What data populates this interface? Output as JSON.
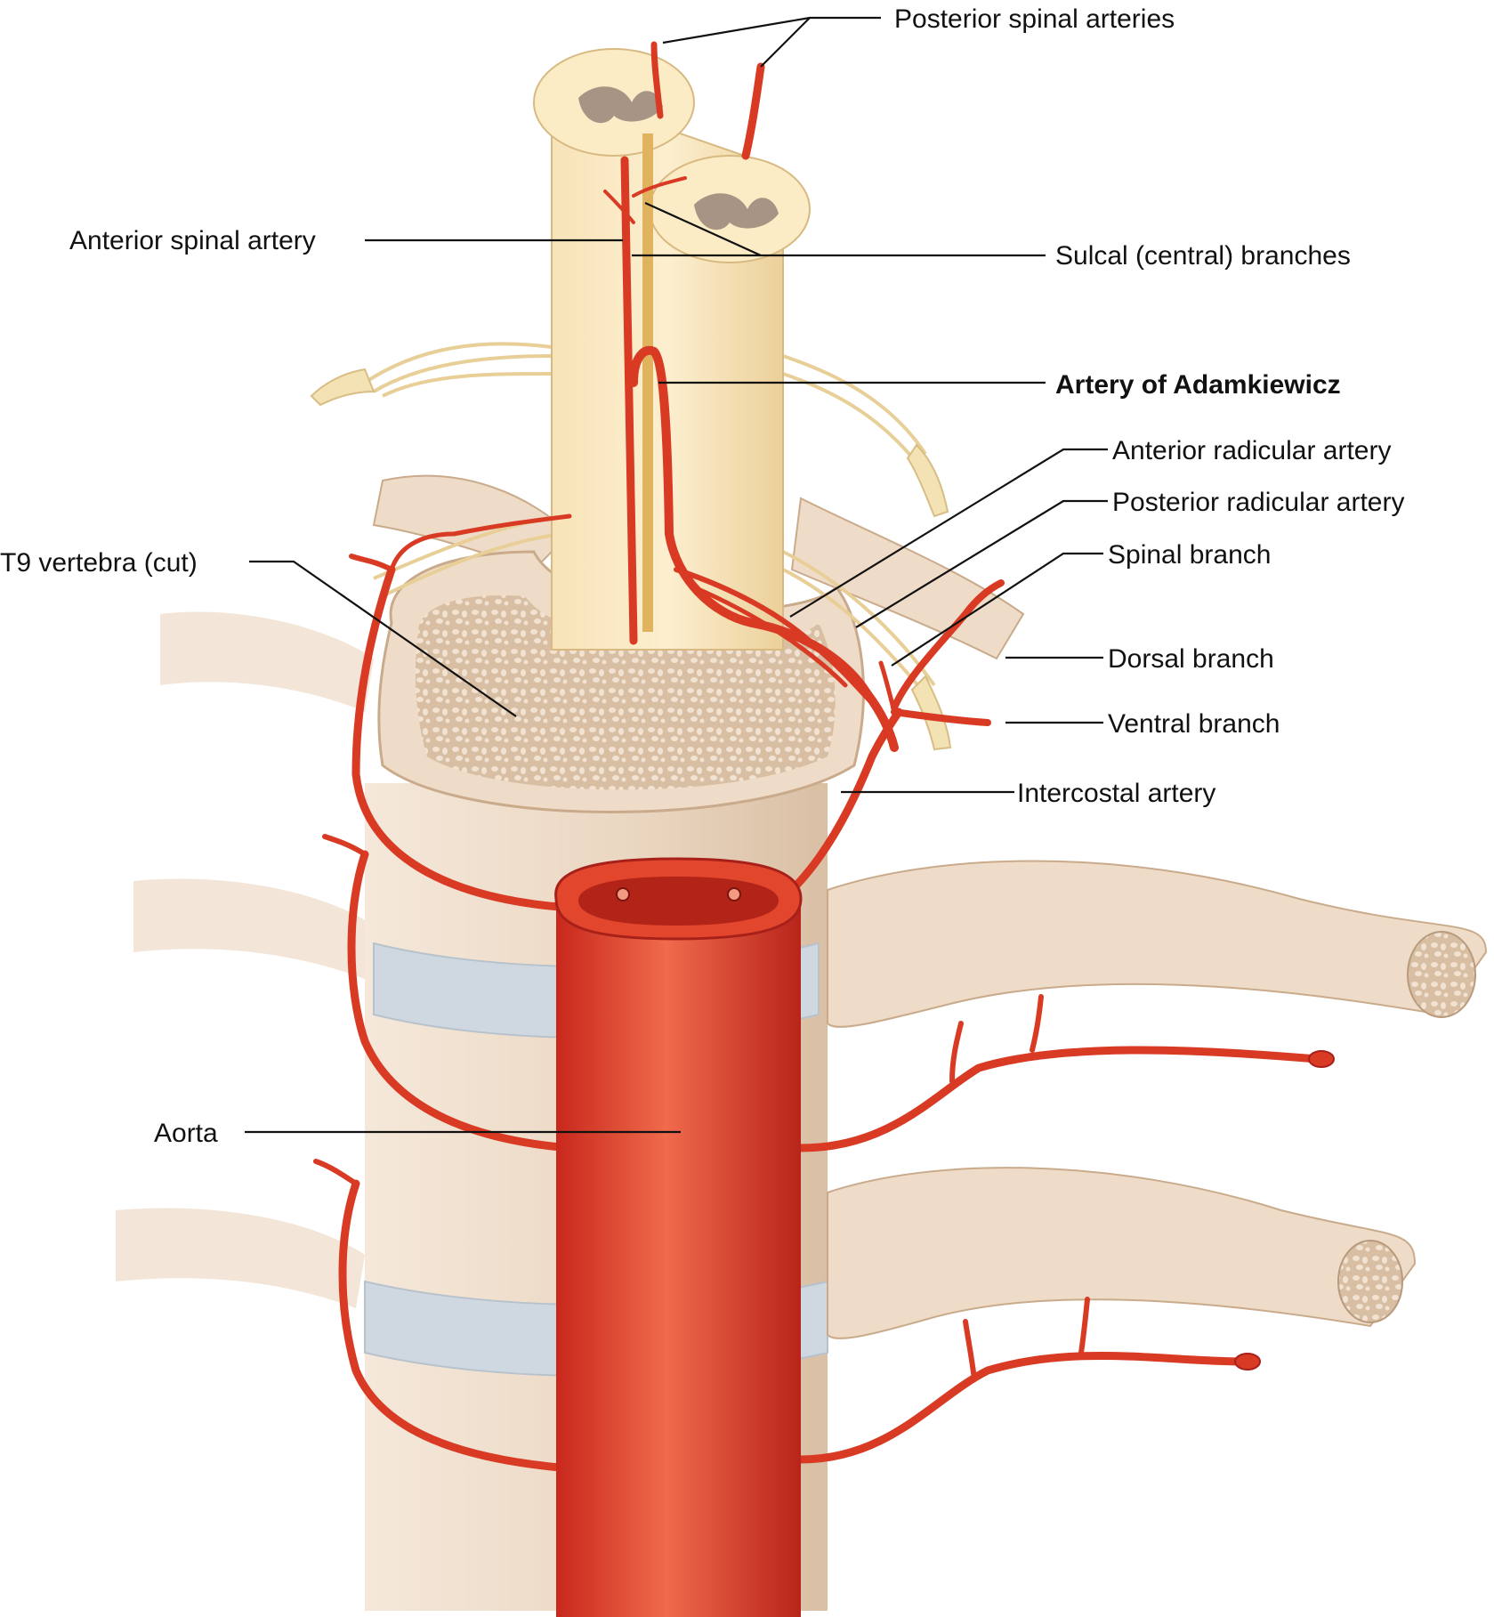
{
  "labels": {
    "posterior_spinal_arteries": "Posterior spinal arteries",
    "anterior_spinal_artery": "Anterior spinal artery",
    "sulcal_branches": "Sulcal (central) branches",
    "artery_of_adamkiewicz": "Artery of Adamkiewicz",
    "anterior_radicular_artery": "Anterior radicular artery",
    "posterior_radicular_artery": "Posterior radicular artery",
    "spinal_branch": "Spinal branch",
    "t9_vertebra": "T9 vertebra (cut)",
    "dorsal_branch": "Dorsal branch",
    "ventral_branch": "Ventral branch",
    "intercostal_artery": "Intercostal artery",
    "aorta": "Aorta"
  },
  "colors": {
    "artery": "#d93a24",
    "artery_dark": "#a8201a",
    "cord": "#f6deb0",
    "grey_matter": "#a89484",
    "nerve": "#f3e2b4",
    "bone": "#efdcc8",
    "bone_dark": "#d9bfa4",
    "disc": "#cfd8e0",
    "text": "#111111"
  },
  "icons": {
    "aorta_lumen": "aorta-lumen-icon",
    "cancellous_bone": "cancellous-bone-icon"
  }
}
